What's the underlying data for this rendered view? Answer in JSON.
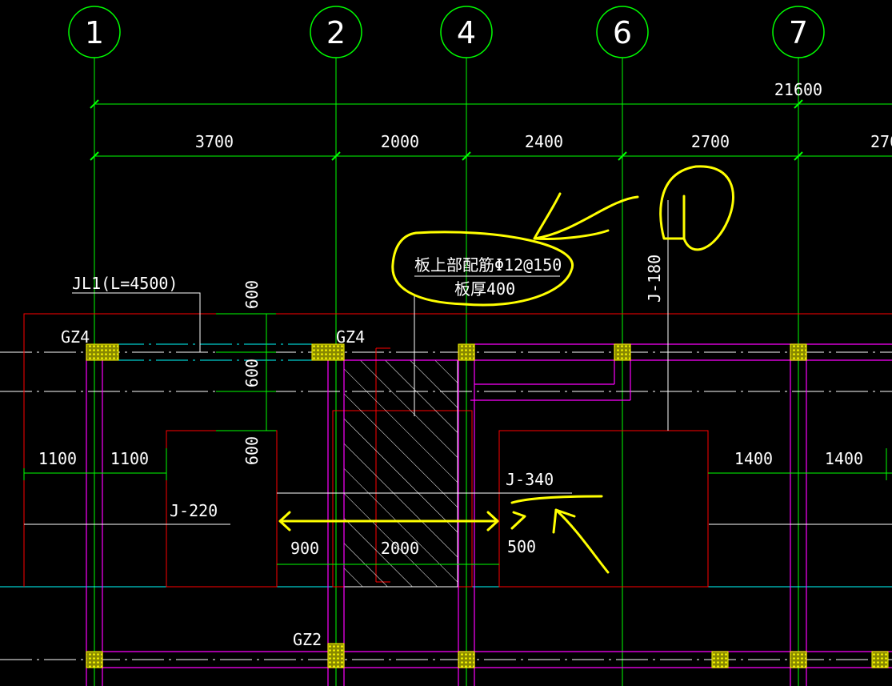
{
  "colors": {
    "background": "#000000",
    "axis": "#00ff00",
    "wall": "#ff00ff",
    "foundation": "#ff0000",
    "beam": "#00ffff",
    "text": "#ffffff",
    "column": "#ffff00",
    "markup": "#ffff00"
  },
  "axes": [
    {
      "label": "1"
    },
    {
      "label": "2"
    },
    {
      "label": "4"
    },
    {
      "label": "6"
    },
    {
      "label": "7"
    }
  ],
  "dimensions": {
    "overall": "21600",
    "spans": [
      "3700",
      "2000",
      "2400",
      "2700",
      "270"
    ],
    "left_1100_a": "1100",
    "left_1100_b": "1100",
    "right_1400_a": "1400",
    "right_1400_b": "1400",
    "v_600_a": "600",
    "v_600_b": "600",
    "v_600_c": "600",
    "bottom_900": "900",
    "bottom_2000": "2000",
    "bottom_500": "500"
  },
  "labels": {
    "beam": "JL1(L=4500)",
    "gz4_left": "GZ4",
    "gz4_mid": "GZ4",
    "gz2": "GZ2",
    "j220": "J-220",
    "j340": "J-340",
    "j180": "J-180",
    "slab_rebar": "板上部配筋Φ12@150",
    "slab_thickness": "板厚400"
  }
}
